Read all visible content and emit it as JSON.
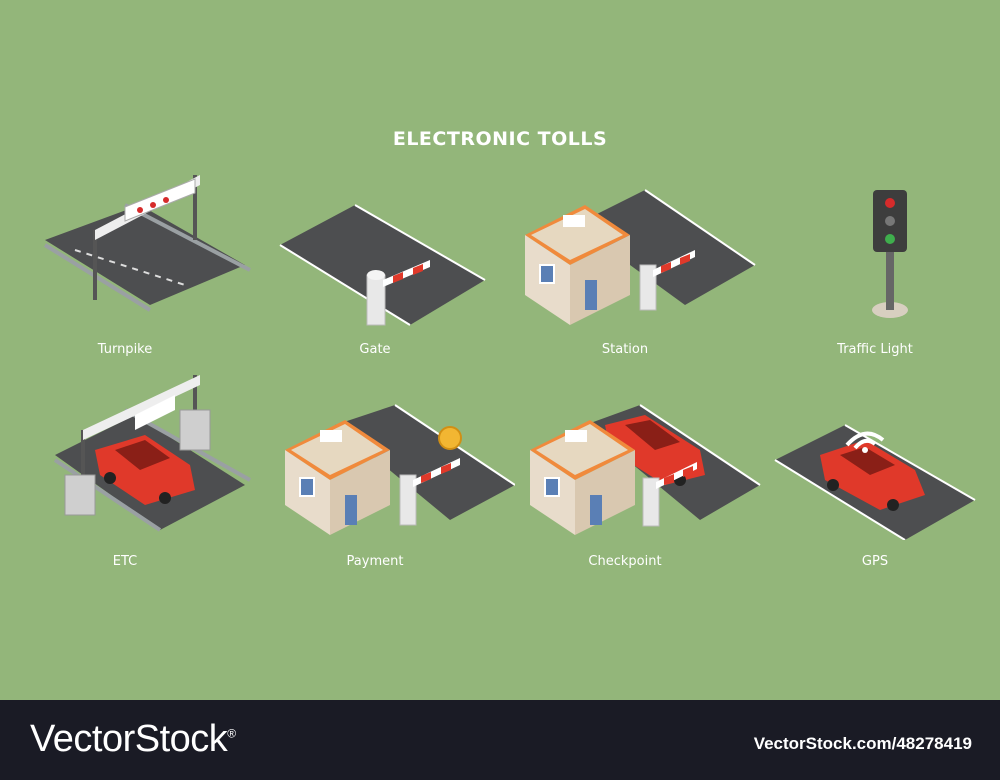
{
  "title": "ELECTRONIC TOLLS",
  "items": [
    {
      "label": "Turnpike",
      "icon": "turnpike-icon"
    },
    {
      "label": "Gate",
      "icon": "gate-icon"
    },
    {
      "label": "Station",
      "icon": "station-icon"
    },
    {
      "label": "Traffic Light",
      "icon": "traffic-light-icon"
    },
    {
      "label": "ETC",
      "icon": "etc-icon"
    },
    {
      "label": "Payment",
      "icon": "payment-icon"
    },
    {
      "label": "Checkpoint",
      "icon": "checkpoint-icon"
    },
    {
      "label": "GPS",
      "icon": "gps-icon"
    }
  ],
  "footer": {
    "brand": "VectorStock",
    "registered": "®",
    "stock_id": "VectorStock.com/48278419"
  },
  "colors": {
    "background": "#93b67a",
    "road": "#4d4e50",
    "car": "#e0392a",
    "roof": "#f08a3c",
    "footer": "#1a1b25"
  }
}
